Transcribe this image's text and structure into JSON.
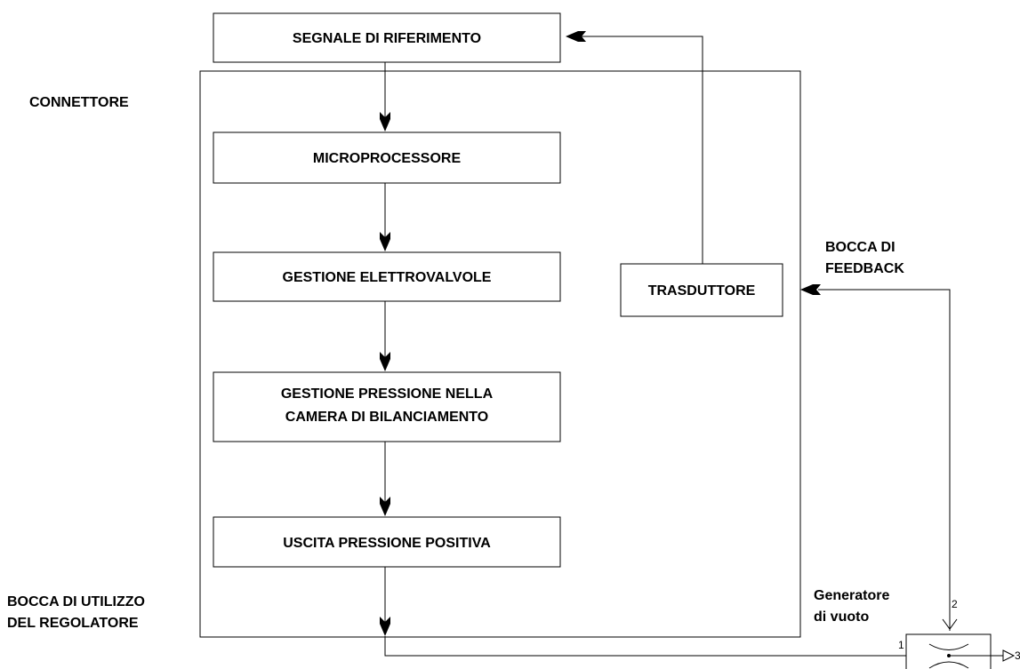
{
  "boxes": {
    "reference_signal": "SEGNALE DI RIFERIMENTO",
    "microprocessor": "MICROPROCESSORE",
    "valve_management": "GESTIONE ELETTROVALVOLE",
    "pressure_management": [
      "GESTIONE PRESSIONE NELLA",
      "CAMERA DI BILANCIAMENTO"
    ],
    "positive_pressure_output": "USCITA PRESSIONE POSITIVA",
    "transducer": "TRASDUTTORE"
  },
  "labels": {
    "connector": "CONNETTORE",
    "feedback_port": [
      "BOCCA DI",
      "FEEDBACK"
    ],
    "regulator_port": [
      "BOCCA DI UTILIZZO",
      "DEL REGOLATORE"
    ],
    "vacuum_generator": [
      "Generatore",
      "di vuoto"
    ]
  },
  "port_numbers": {
    "port_1": "1",
    "port_2": "2",
    "port_3": "3"
  }
}
